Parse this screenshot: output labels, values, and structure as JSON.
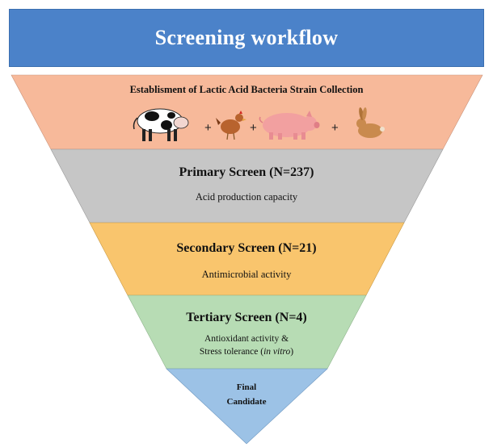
{
  "header": {
    "title": "Screening workflow"
  },
  "collection": {
    "title": "Establisment of Lactic Acid Bacteria Strain Collection",
    "sources": [
      {
        "icon": "cow-icon"
      },
      {
        "icon": "chicken-icon"
      },
      {
        "icon": "pig-icon"
      },
      {
        "icon": "rabbit-icon"
      }
    ],
    "plus": "+"
  },
  "primary": {
    "title": "Primary Screen (N=237)",
    "subtitle": "Acid production capacity"
  },
  "secondary": {
    "title": "Secondary Screen (N=21)",
    "subtitle": "Antimicrobial activity"
  },
  "tertiary": {
    "title": "Tertiary Screen (N=4)",
    "line1": "Antioxidant activity &",
    "line2_prefix": "Stress tolerance (",
    "line2_italic": "in vitro",
    "line2_suffix": ")"
  },
  "final": {
    "line1": "Final",
    "line2": "Candidate"
  },
  "colors": {
    "banner": "#4b82c9",
    "collection": "#f7b99a",
    "primary": "#c6c6c6",
    "secondary": "#f9c56d",
    "tertiary": "#b7dcb4",
    "final": "#9cc2e6"
  }
}
